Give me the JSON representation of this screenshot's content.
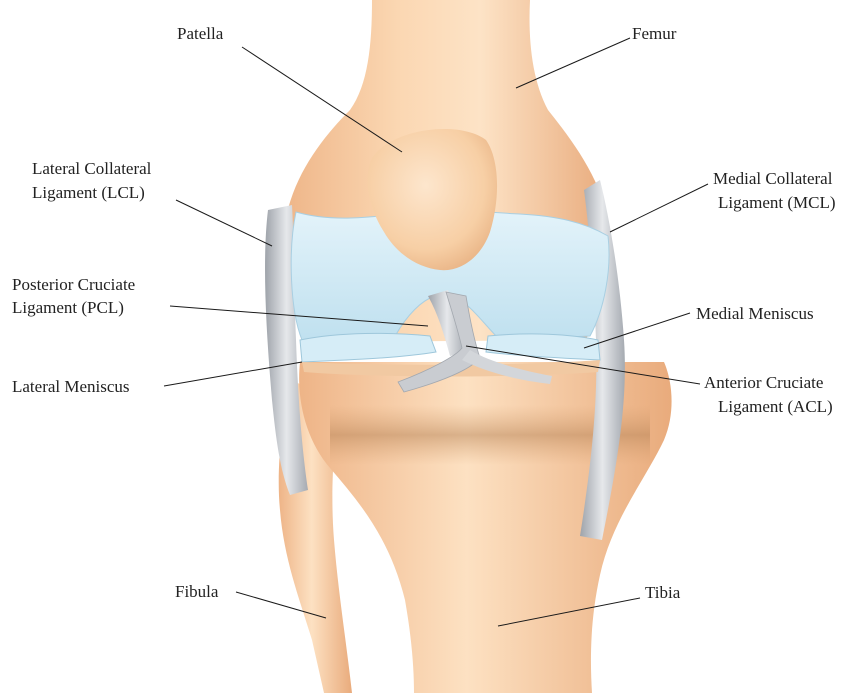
{
  "labels": {
    "patella": "Patella",
    "femur": "Femur",
    "lcl_1": "Lateral Collateral",
    "lcl_2": "Ligament (LCL)",
    "mcl_1": "Medial Collateral",
    "mcl_2": "Ligament (MCL)",
    "pcl_1": "Posterior Cruciate",
    "pcl_2": "Ligament (PCL)",
    "medial_meniscus": "Medial Meniscus",
    "lateral_meniscus": "Lateral Meniscus",
    "acl_1": "Anterior Cruciate",
    "acl_2": "Ligament (ACL)",
    "fibula": "Fibula",
    "tibia": "Tibia"
  },
  "colors": {
    "bone": "#f6c99c",
    "bone_light": "#fde2c3",
    "bone_shadow": "#d9a372",
    "cartilage": "#cfe9f5",
    "cartilage_edge": "#a9cfe2",
    "ligament": "#b8bcc2",
    "ligament_light": "#e2e4e7",
    "label_text": "#222222",
    "leader_line": "#1a1a1a"
  }
}
